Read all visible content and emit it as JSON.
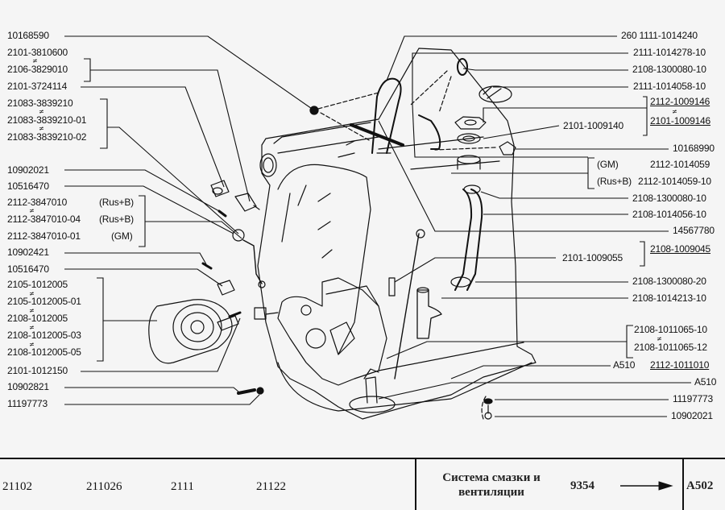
{
  "left_labels": [
    {
      "id": "l1",
      "text": "10168590"
    },
    {
      "id": "l2a",
      "text": "2101-3810600"
    },
    {
      "id": "l2b",
      "text": "2106-3829010"
    },
    {
      "id": "l3",
      "text": "2101-3724114"
    },
    {
      "id": "l4a",
      "text": "21083-3839210"
    },
    {
      "id": "l4b",
      "text": "21083-3839210-01"
    },
    {
      "id": "l4c",
      "text": "21083-3839210-02"
    },
    {
      "id": "l5",
      "text": "10902021"
    },
    {
      "id": "l6",
      "text": "10516470"
    },
    {
      "id": "l7a",
      "text": "2112-3847010",
      "note": "(Rus+B)"
    },
    {
      "id": "l7b",
      "text": "2112-3847010-04",
      "note": "(Rus+B)"
    },
    {
      "id": "l7c",
      "text": "2112-3847010-01",
      "note": "(GM)"
    },
    {
      "id": "l8",
      "text": "10902421"
    },
    {
      "id": "l9",
      "text": "10516470"
    },
    {
      "id": "l10a",
      "text": "2105-1012005"
    },
    {
      "id": "l10b",
      "text": "2105-1012005-01"
    },
    {
      "id": "l10c",
      "text": "2108-1012005"
    },
    {
      "id": "l10d",
      "text": "2108-1012005-03"
    },
    {
      "id": "l10e",
      "text": "2108-1012005-05"
    },
    {
      "id": "l11",
      "text": "2101-1012150"
    },
    {
      "id": "l12",
      "text": "10902821"
    },
    {
      "id": "l13",
      "text": "11197773"
    }
  ],
  "right_labels": [
    {
      "id": "r1",
      "text": "260  1111-1014240"
    },
    {
      "id": "r2",
      "text": "2111-1014278-10"
    },
    {
      "id": "r3",
      "text": "2108-1300080-10"
    },
    {
      "id": "r4",
      "text": "2111-1014058-10"
    },
    {
      "id": "r5a",
      "text": "2112-1009146"
    },
    {
      "id": "r5b",
      "text": "2101-1009146"
    },
    {
      "id": "r5sub",
      "text": "2101-1009140"
    },
    {
      "id": "r6",
      "text": "10168990"
    },
    {
      "id": "r7a",
      "text": "2112-1014059",
      "note": "(GM)"
    },
    {
      "id": "r7b",
      "text": "2112-1014059-10",
      "note": "(Rus+B)"
    },
    {
      "id": "r8",
      "text": "2108-1300080-10"
    },
    {
      "id": "r9",
      "text": "2108-1014056-10"
    },
    {
      "id": "r10",
      "text": "14567780"
    },
    {
      "id": "r11sub",
      "text": "2101-1009055"
    },
    {
      "id": "r11",
      "text": "2108-1009045"
    },
    {
      "id": "r12",
      "text": "2108-1300080-20"
    },
    {
      "id": "r13",
      "text": "2108-1014213-10"
    },
    {
      "id": "r14a",
      "text": "2108-1011065-10"
    },
    {
      "id": "r14b",
      "text": "2108-1011065-12"
    },
    {
      "id": "r15prefix",
      "text": "A510"
    },
    {
      "id": "r15",
      "text": "2112-1011010"
    },
    {
      "id": "r16",
      "text": "A510"
    },
    {
      "id": "r17",
      "text": "11197773"
    },
    {
      "id": "r18",
      "text": "10902021"
    }
  ],
  "not_equal_symbol": "≠",
  "footer": {
    "models": [
      "21102",
      "211026",
      "2111",
      "21122"
    ],
    "system_title_line1": "Система смазки и",
    "system_title_line2": "вентиляции",
    "page_code": "9354",
    "next_page": "A502",
    "arrow": "right-arrow"
  }
}
